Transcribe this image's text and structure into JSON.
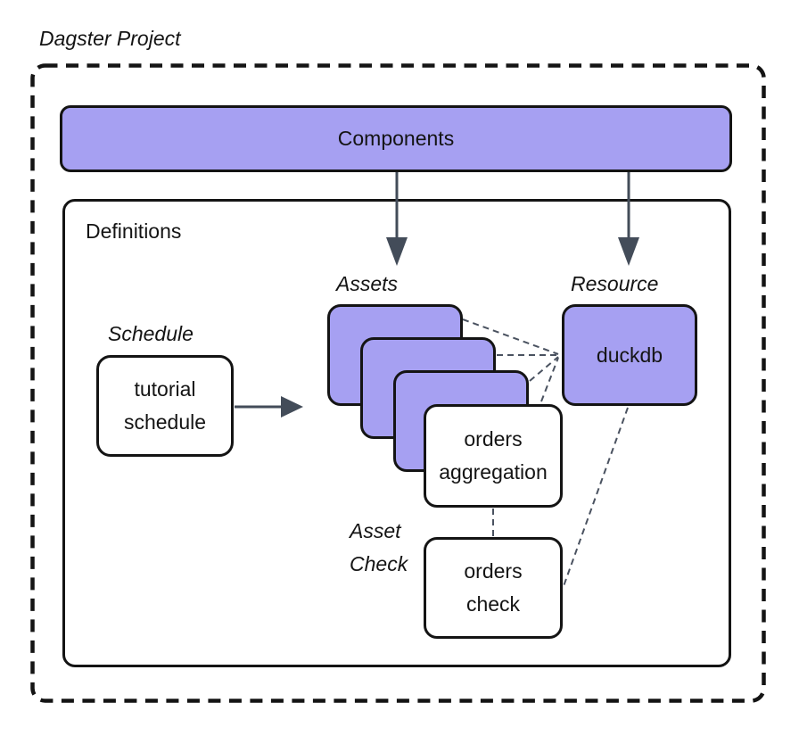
{
  "title": "Dagster Project",
  "components": {
    "label": "Components"
  },
  "definitions": {
    "label": "Definitions",
    "schedule": {
      "group_label": "Schedule",
      "node": {
        "lines": [
          "tutorial",
          "schedule"
        ]
      }
    },
    "assets": {
      "group_label": "Assets",
      "stacked_nodes": 3,
      "front_node": {
        "lines": [
          "orders",
          "aggregation"
        ]
      }
    },
    "resource": {
      "group_label": "Resource",
      "node": {
        "label": "duckdb"
      }
    },
    "asset_check": {
      "group_label_lines": [
        "Asset",
        "Check"
      ],
      "node": {
        "lines": [
          "orders",
          "check"
        ]
      }
    }
  },
  "edges": [
    {
      "from": "components",
      "to": "assets",
      "style": "solid-arrow"
    },
    {
      "from": "components",
      "to": "resource",
      "style": "solid-arrow"
    },
    {
      "from": "tutorial-schedule",
      "to": "asset-stack",
      "style": "solid-arrow"
    },
    {
      "from": "asset-stack-back",
      "to": "duckdb",
      "style": "dashed"
    },
    {
      "from": "asset-stack-middle",
      "to": "duckdb",
      "style": "dashed"
    },
    {
      "from": "asset-stack-front",
      "to": "duckdb",
      "style": "dashed"
    },
    {
      "from": "orders-aggregation",
      "to": "duckdb",
      "style": "dashed"
    },
    {
      "from": "orders-aggregation",
      "to": "orders-check",
      "style": "dashed"
    },
    {
      "from": "duckdb",
      "to": "orders-check",
      "style": "dashed"
    }
  ],
  "colors": {
    "node_fill_purple": "#a6a0f2",
    "node_border": "#141414",
    "arrow": "#434c59",
    "dashed_connector": "#4a5260",
    "text": "#141414",
    "background": "#ffffff"
  }
}
